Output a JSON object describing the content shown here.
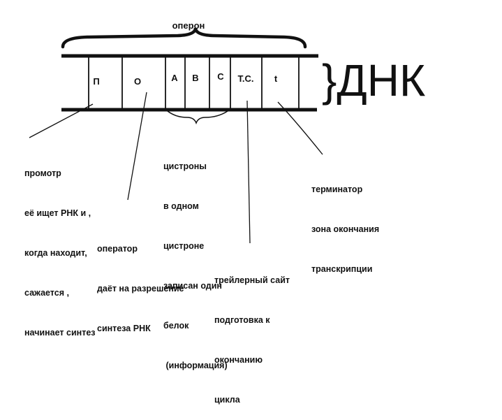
{
  "operon_label": "оперон",
  "dna_label": "}ДНК",
  "segments": [
    "П",
    "О",
    "А",
    "В",
    "С",
    "Т.С.",
    "t"
  ],
  "annotations": {
    "promoter": [
      "промотр",
      "её ищет РНК и ,",
      "когда находит,",
      "сажается ,",
      "начинает синтез"
    ],
    "operator": [
      "оператор",
      "даёт на разрешение",
      "синтеза РНК"
    ],
    "cistrons": [
      "цистроны",
      "в одном",
      "цистроне",
      "записан один",
      "белок",
      " (информация)"
    ],
    "trailer": [
      "трейлерный сайт",
      "подготовка к",
      "окончанию",
      "цикла"
    ],
    "terminator": [
      "терминатор",
      "зона окончания",
      "транскрипции"
    ]
  }
}
